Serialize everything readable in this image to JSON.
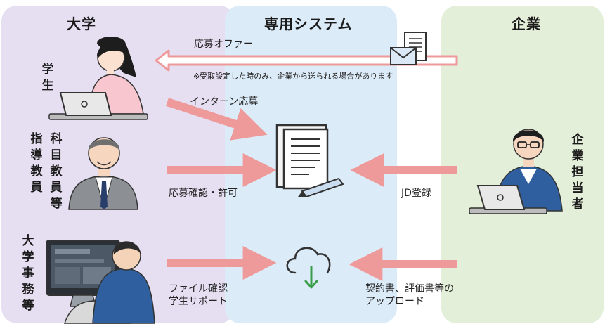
{
  "colors": {
    "university_bg": "#e6dff2",
    "system_bg": "#dcebf8",
    "company_bg": "#e4efd9",
    "arrow": "#ef9a9a",
    "suit": "#2f5f9e"
  },
  "panels": {
    "university": "大学",
    "system": "専用システム",
    "company": "企業"
  },
  "actors": {
    "student": "学生",
    "faculty_col1": "科目教員等",
    "faculty_col2": "指導教員",
    "office": "大学事務等",
    "company_rep": "企業担当者"
  },
  "arrows": {
    "offer": "応募オファー",
    "offer_note": "※受取設定した時のみ、企業から送られる場合があります",
    "intern_apply": "インターン応募",
    "confirm": "応募確認・許可",
    "jd": "JD登録",
    "file_confirm": "ファイル確認",
    "student_support": "学生サポート",
    "contract_line1": "契約書、評価書等の",
    "contract_line2": "アップロード"
  },
  "icons": {
    "envelope": "envelope-icon",
    "document": "document-icon",
    "cloud": "cloud-upload-icon"
  }
}
